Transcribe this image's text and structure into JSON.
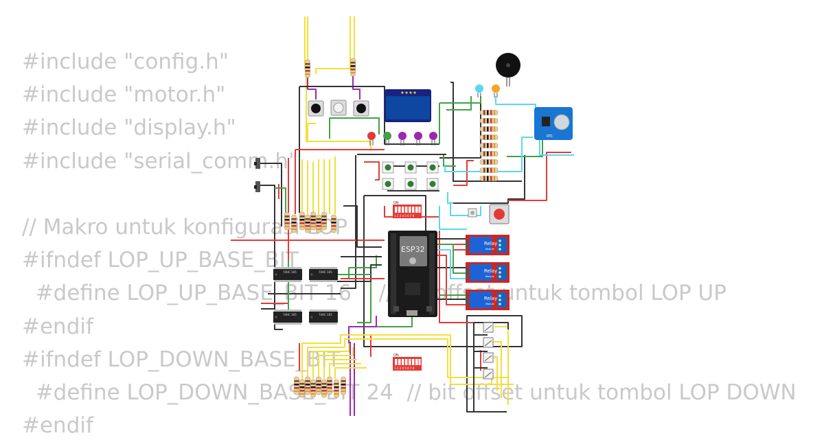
{
  "code_lines": [
    "#include \"config.h\"",
    "#include \"motor.h\"",
    "#include \"display.h\"",
    "#include \"serial_comm.h\"",
    "",
    "// Makro untuk konfigurasi LOP",
    "#ifndef LOP_UP_BASE_BIT",
    "  #define LOP_UP_BASE_BIT 16    // bit offset untuk tombol LOP UP",
    "#endif",
    "#ifndef LOP_DOWN_BASE_BIT",
    "  #define LOP_DOWN_BASE_BIT 24  // bit offset untuk tombol LOP DOWN",
    "#endif"
  ],
  "components": {
    "mcu_label": "ESP32",
    "shift_register_label": "74HC 165",
    "relay_label": "Relay",
    "relay_sublabel": "Module",
    "rtc_label": "RTC",
    "dip_on_label": "ON",
    "dip_numbers": "1 2 3 4 5 6 7 8"
  },
  "colors": {
    "background": "#ffffff",
    "code_text": "#c9c9c9",
    "wire_red": "#e53935",
    "wire_black": "#333333",
    "wire_yellow": "#f2df3a",
    "wire_green": "#43a047",
    "wire_cyan": "#5ad8f0",
    "wire_purple": "#9c27b0",
    "relay_red": "#c62828",
    "relay_blue": "#1e63d6",
    "rtc_blue": "#1976d2",
    "esp32_black": "#1b1b1b"
  }
}
